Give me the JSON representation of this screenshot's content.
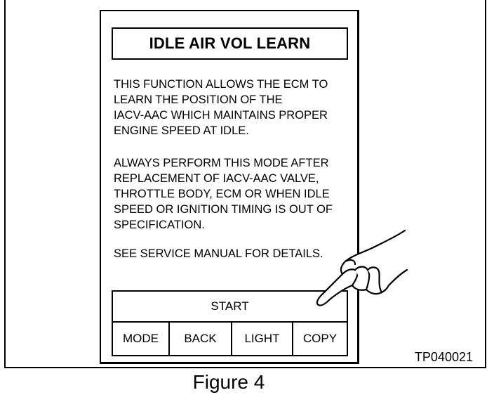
{
  "screen": {
    "title": "IDLE AIR VOL LEARN",
    "paragraph1": "THIS FUNCTION ALLOWS THE ECM TO\nLEARN THE POSITION OF THE\nIACV-AAC WHICH MAINTAINS PROPER\nENGINE SPEED AT IDLE.",
    "paragraph2": "ALWAYS PERFORM THIS MODE AFTER\nREPLACEMENT OF IACV-AAC VALVE,\nTHROTTLE BODY, ECM OR WHEN IDLE\nSPEED OR IGNITION TIMING IS OUT OF\nSPECIFICATION.",
    "paragraph3": "SEE SERVICE MANUAL FOR DETAILS.",
    "buttons": {
      "start": "START",
      "mode": "MODE",
      "back": "BACK",
      "light": "LIGHT",
      "copy": "COPY"
    }
  },
  "figure": {
    "id": "TP040021",
    "caption": "Figure 4"
  },
  "icons": {
    "pointer": "pointing-hand-icon"
  }
}
